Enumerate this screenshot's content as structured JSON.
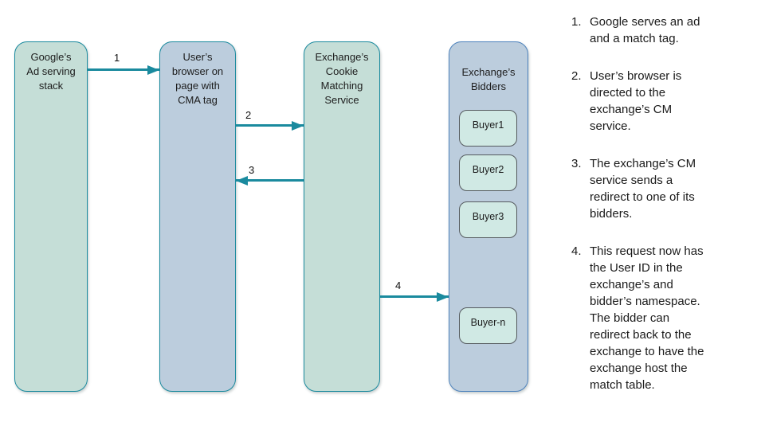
{
  "diagram": {
    "nodes": [
      {
        "id": "google-ad-stack",
        "label": "Google’s\nAd serving\nstack"
      },
      {
        "id": "user-browser",
        "label": "User’s\nbrowser on\npage with\nCMA tag"
      },
      {
        "id": "cookie-matching-service",
        "label": "Exchange’s\nCookie\nMatching\nService"
      },
      {
        "id": "exchange-bidders",
        "label": "Exchange’s\nBidders"
      }
    ],
    "buyers": [
      {
        "label": "Buyer1"
      },
      {
        "label": "Buyer2"
      },
      {
        "label": "Buyer3"
      },
      {
        "label": "Buyer-n"
      }
    ],
    "arrows": [
      {
        "label": "1",
        "from": "google-ad-stack",
        "to": "user-browser",
        "direction": "right"
      },
      {
        "label": "2",
        "from": "user-browser",
        "to": "cookie-matching-service",
        "direction": "right"
      },
      {
        "label": "3",
        "from": "cookie-matching-service",
        "to": "user-browser",
        "direction": "left"
      },
      {
        "label": "4",
        "from": "cookie-matching-service",
        "to": "exchange-bidders",
        "direction": "right"
      }
    ]
  },
  "legend": {
    "items": [
      {
        "num": "1.",
        "text": "Google serves an ad\nand a match tag."
      },
      {
        "num": "2.",
        "text": "User’s browser is\ndirected to the\nexchange’s CM\nservice."
      },
      {
        "num": "3.",
        "text": "The exchange’s CM\nservice sends a\nredirect to one of its\nbidders."
      },
      {
        "num": "4.",
        "text": "This request now has\nthe User ID in the\nexchange’s and\nbidder’s namespace.\nThe bidder can\nredirect back to the\nexchange to have the\nexchange host the\nmatch table."
      }
    ]
  },
  "colors": {
    "teal_border_arrow": "#1a8a9e",
    "green_node_fill": "#c5ded7",
    "blue_node_fill": "#bccddd",
    "blue_node_border": "#4d82bc",
    "buyer_fill": "#d0e9e4",
    "buyer_border": "#555a5e",
    "text": "#1a1a1a",
    "background": "#ffffff"
  }
}
